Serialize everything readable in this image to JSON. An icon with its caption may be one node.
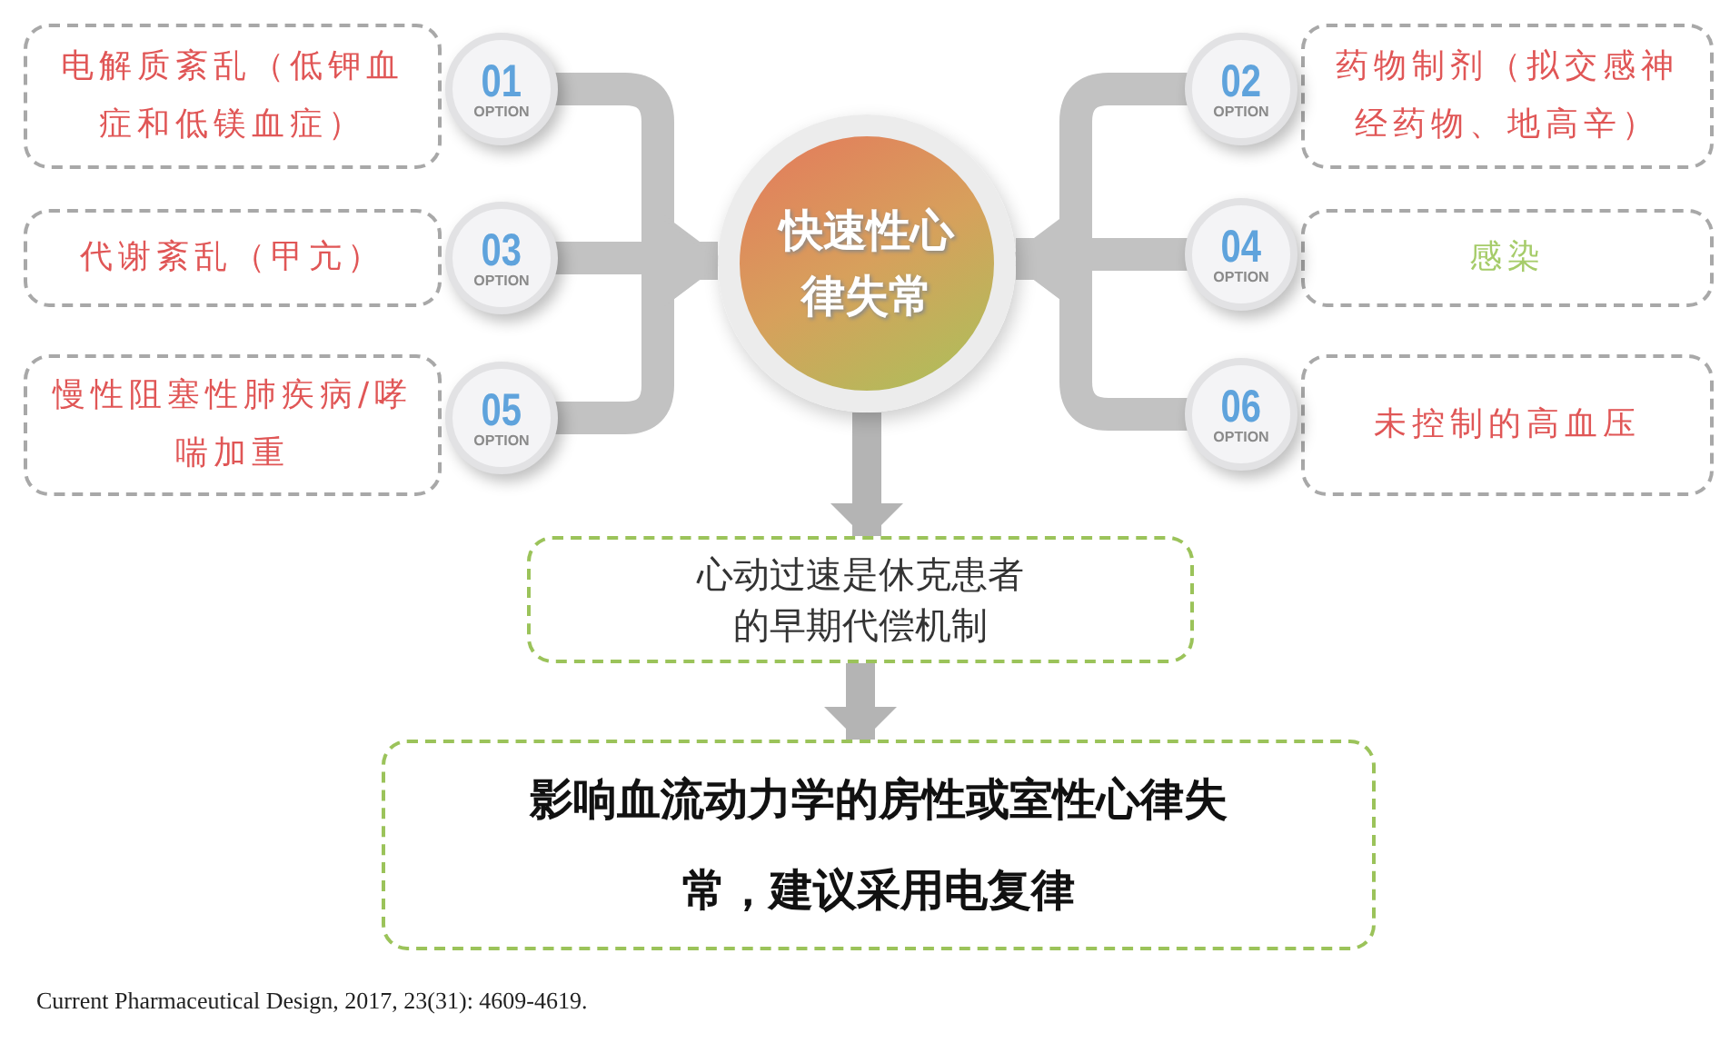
{
  "diagram": {
    "nodes": [
      {
        "text": [
          "电解质紊乱（低钾血症和低镁血症）"
        ]
      },
      {
        "text": [
          "01",
          "OPTION"
        ]
      },
      {
        "text": [
          "02",
          "OPTION"
        ]
      },
      {
        "text": [
          "药物制剂（拟交感神经药物、地高辛）"
        ]
      },
      {
        "text": [
          "代谢紊乱（甲亢）"
        ]
      },
      {
        "text": [
          "03",
          "OPTION"
        ]
      },
      {
        "text": [
          "快速性心律失常"
        ]
      },
      {
        "text": [
          "04",
          "OPTION"
        ]
      },
      {
        "text": [
          "感染"
        ]
      },
      {
        "text": [
          "慢性阻塞性肺疾病/哮喘加重"
        ]
      },
      {
        "text": [
          "05",
          "OPTION"
        ]
      },
      {
        "text": [
          "06",
          "OPTION"
        ]
      },
      {
        "text": [
          "未控制的高血压"
        ]
      },
      {
        "text": [
          "心动过速是休克患者的早期代偿机制"
        ]
      },
      {
        "text": [
          "影响血流动力学的房性或室性心律失常，建议采用电复律"
        ]
      }
    ],
    "edges": [
      {
        "from": 1,
        "to": 6,
        "arrow": "to"
      },
      {
        "from": 5,
        "to": 6,
        "arrow": "to"
      },
      {
        "from": 10,
        "to": 6,
        "arrow": "to"
      },
      {
        "from": 2,
        "to": 6,
        "arrow": "to"
      },
      {
        "from": 7,
        "to": 6,
        "arrow": "to"
      },
      {
        "from": 11,
        "to": 6,
        "arrow": "to"
      },
      {
        "from": 6,
        "to": 13,
        "arrow": "to"
      },
      {
        "from": 13,
        "to": 14,
        "arrow": "to"
      }
    ],
    "caption": "Current Pharmaceutical Design, 2017, 23(31): 4609-4619."
  }
}
